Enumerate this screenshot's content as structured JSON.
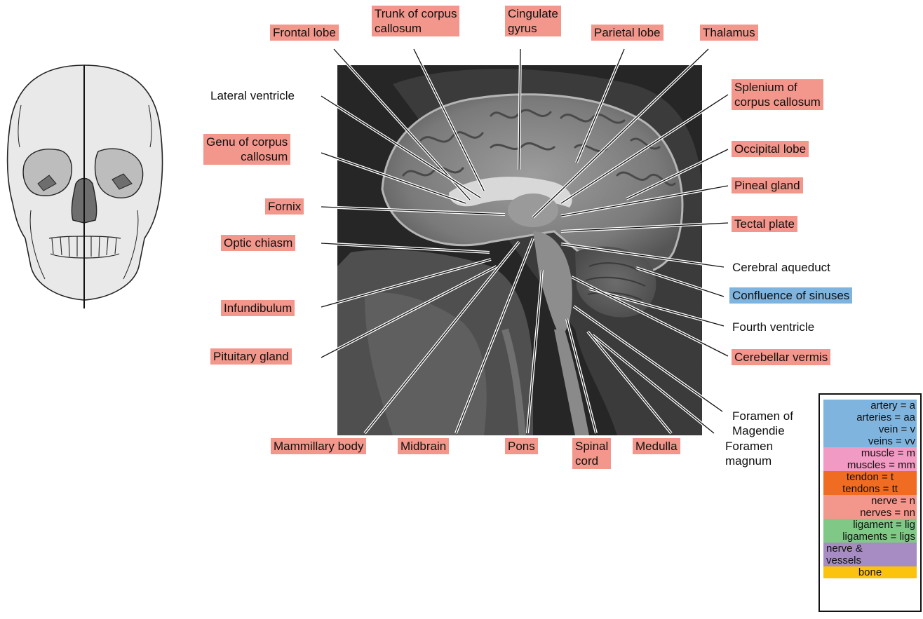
{
  "colors": {
    "nerve": "#f3968b",
    "artery_vein": "#7fb4df",
    "muscle": "#f19ac4",
    "tendon": "#f06c22",
    "ligament": "#80c885",
    "nerve_vessels": "#a68cc3",
    "bone": "#fcc30e"
  },
  "skull_icon": "skull-midline-icon",
  "scan_image": "sagittal-mri-brain",
  "labels": {
    "frontal_lobe": [
      "Frontal lobe"
    ],
    "trunk_cc": [
      "Trunk of corpus",
      "callosum"
    ],
    "cingulate": [
      "Cingulate",
      "gyrus"
    ],
    "parietal": [
      "Parietal lobe"
    ],
    "thalamus": [
      "Thalamus"
    ],
    "lateral_ventricle": [
      "Lateral ventricle"
    ],
    "splenium": [
      "Splenium of",
      "corpus callosum"
    ],
    "genu": [
      "Genu of corpus",
      "callosum"
    ],
    "occipital": [
      "Occipital lobe"
    ],
    "pineal": [
      "Pineal gland"
    ],
    "fornix": [
      "Fornix"
    ],
    "tectal": [
      "Tectal plate"
    ],
    "optic": [
      "Optic chiasm"
    ],
    "aqueduct": [
      "Cerebral aqueduct"
    ],
    "confluence": [
      "Confluence of sinuses"
    ],
    "infundibulum": [
      "Infundibulum"
    ],
    "fourth": [
      "Fourth ventricle"
    ],
    "pituitary": [
      "Pituitary gland"
    ],
    "vermis": [
      "Cerebellar vermis"
    ],
    "magendie": [
      "Foramen of",
      "Magendie"
    ],
    "mammillary": [
      "Mammillary body"
    ],
    "midbrain": [
      "Midbrain"
    ],
    "pons": [
      "Pons"
    ],
    "spinal": [
      "Spinal",
      "cord"
    ],
    "medulla": [
      "Medulla"
    ],
    "magnum": [
      "Foramen",
      "magnum"
    ]
  },
  "legend": [
    {
      "key": "artery_vein",
      "lines": [
        "artery = a",
        "arteries = aa",
        "vein = v",
        "veins = vv"
      ]
    },
    {
      "key": "muscle",
      "lines": [
        "muscle = m",
        "muscles = mm"
      ]
    },
    {
      "key": "tendon",
      "lines": [
        "tendon = t",
        "tendons = tt"
      ]
    },
    {
      "key": "nerve",
      "lines": [
        "nerve = n",
        "nerves = nn"
      ]
    },
    {
      "key": "ligament",
      "lines": [
        "ligament = lig",
        "ligaments = ligs"
      ]
    },
    {
      "key": "nerve_vessels",
      "lines": [
        "nerve &",
        "vessels"
      ]
    },
    {
      "key": "bone",
      "lines": [
        "bone"
      ]
    }
  ]
}
